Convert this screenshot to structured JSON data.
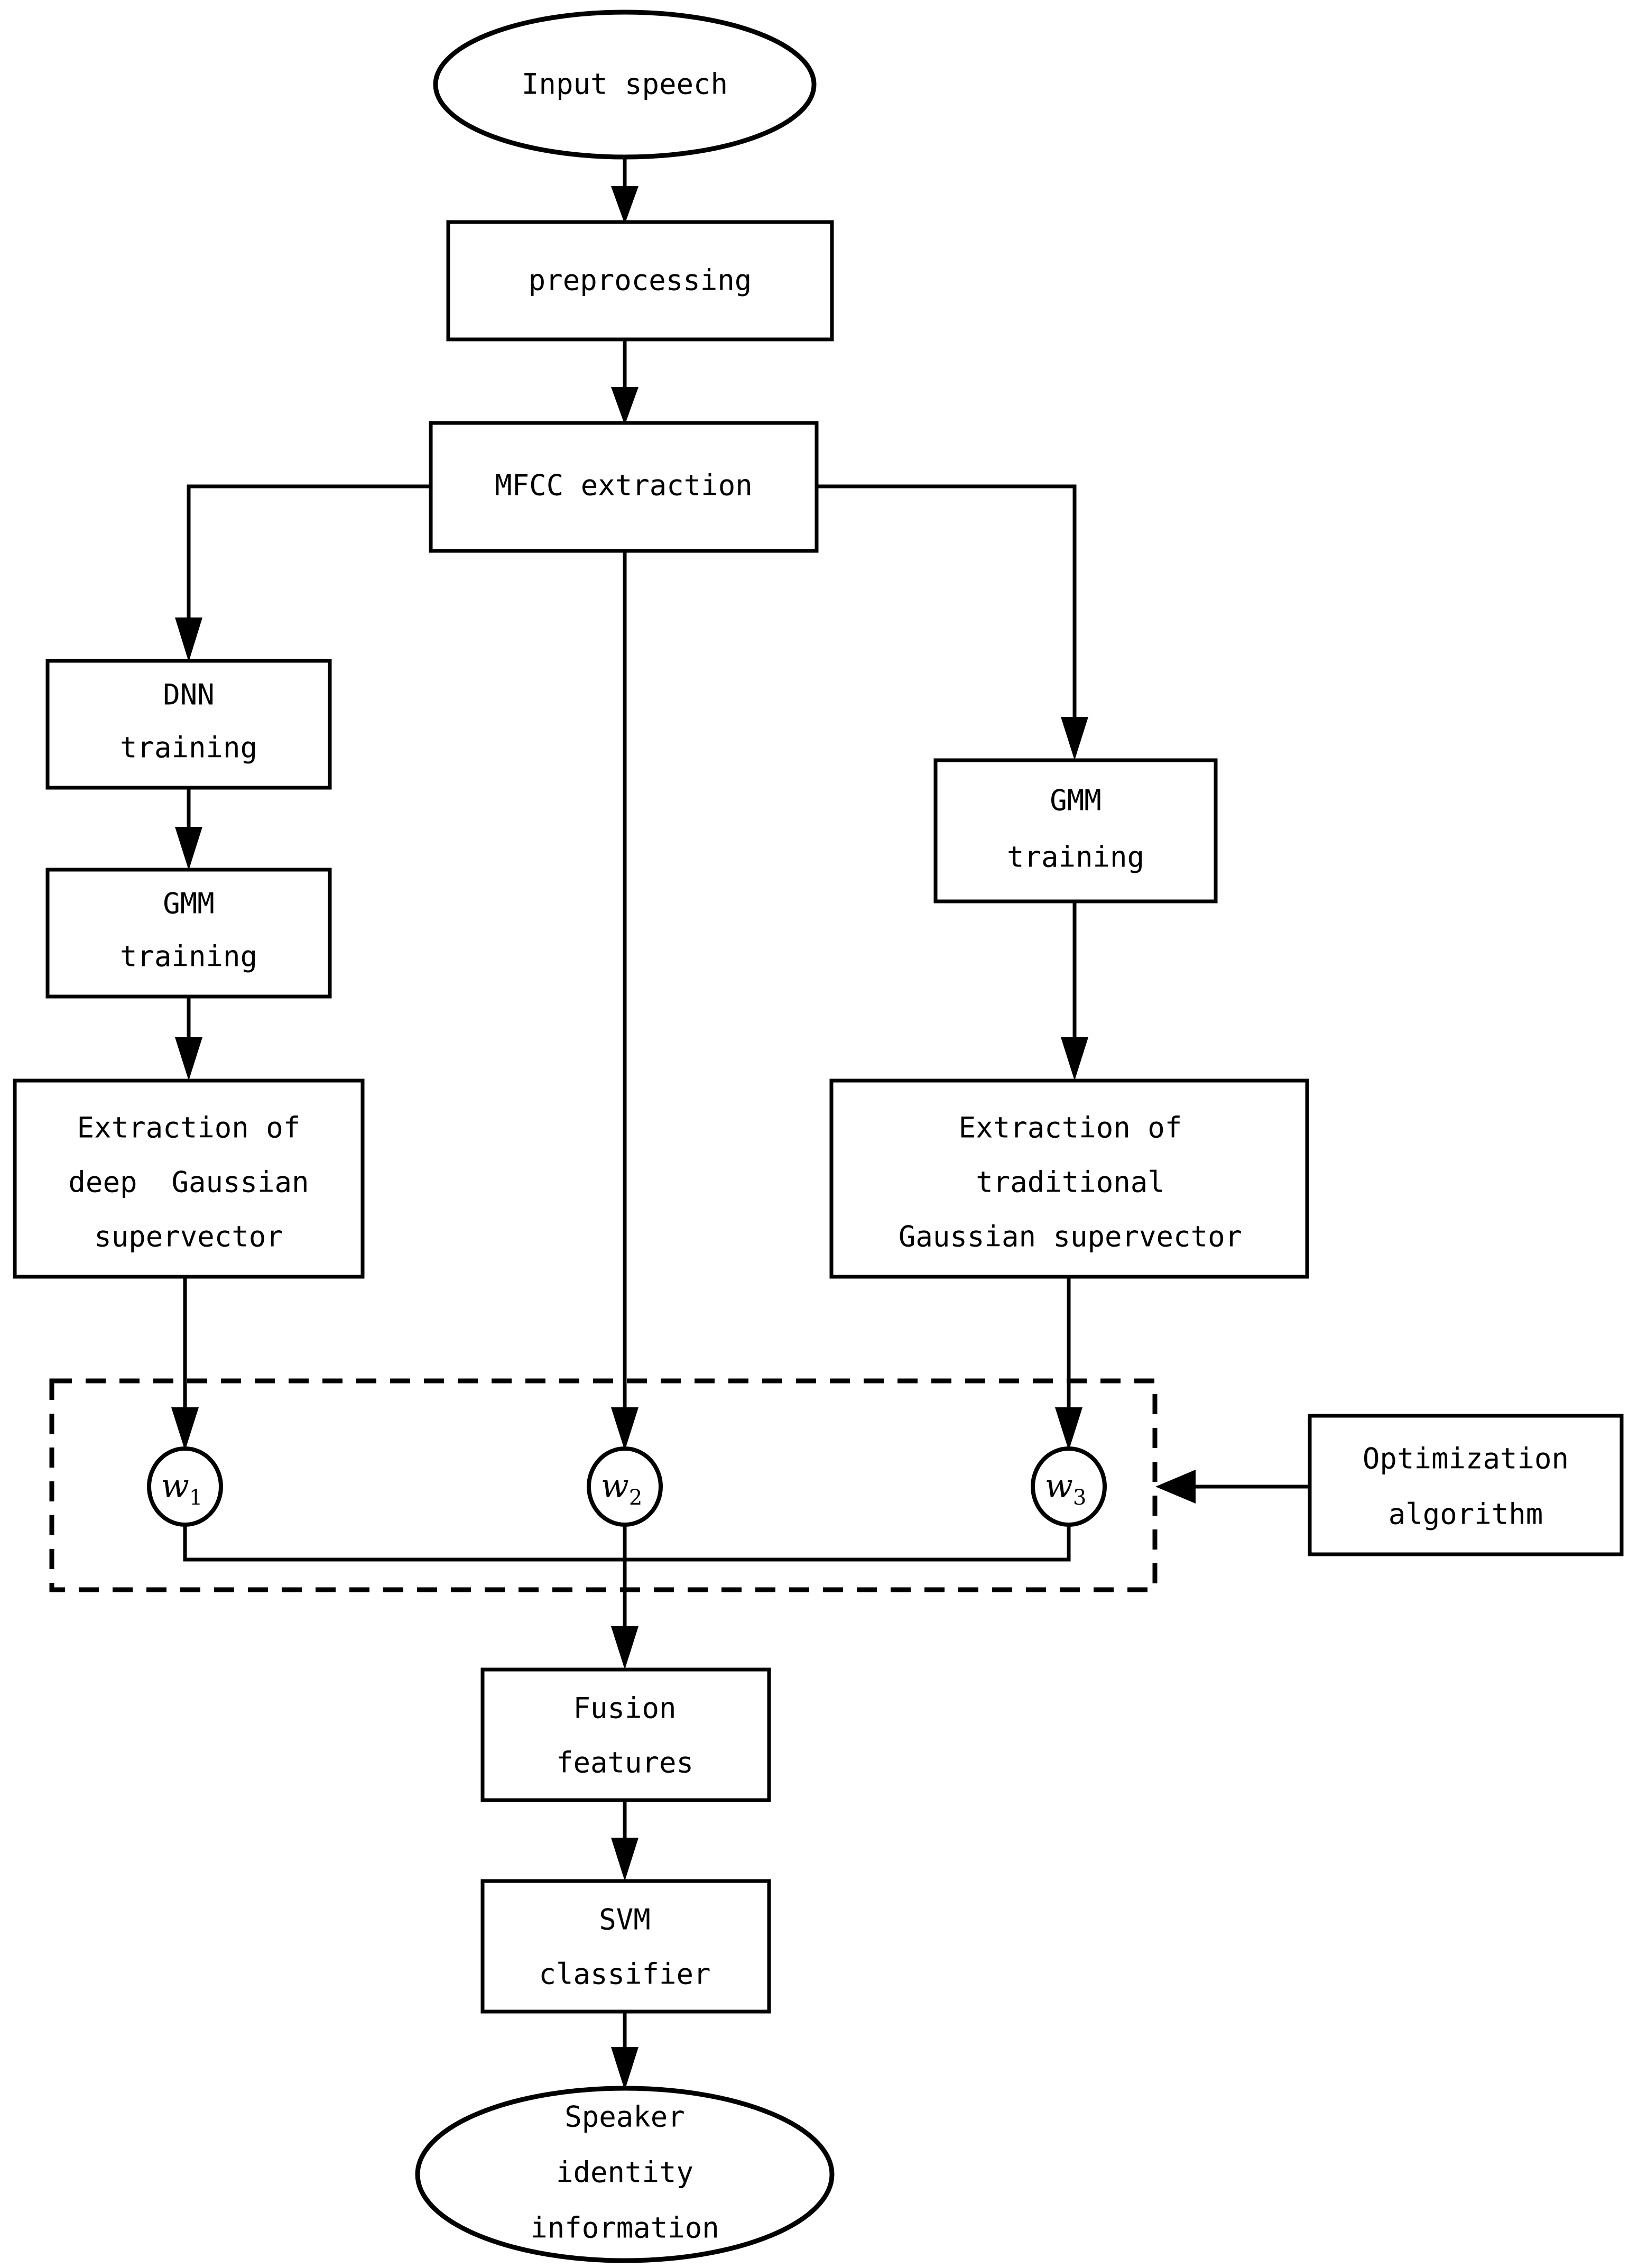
{
  "diagram": {
    "title_text": "",
    "type": "flowchart",
    "colors": {
      "stroke": "#000000",
      "fill": "#ffffff",
      "background": "#ffffff"
    },
    "nodes": {
      "input_speech": {
        "label": "Input speech",
        "shape": "ellipse"
      },
      "preprocessing": {
        "label": "preprocessing",
        "shape": "rect"
      },
      "mfcc_extraction": {
        "label": "MFCC extraction",
        "shape": "rect"
      },
      "dnn_training": {
        "line1": "DNN",
        "line2": "training",
        "shape": "rect"
      },
      "gmm_training_left": {
        "line1": "GMM",
        "line2": "training",
        "shape": "rect"
      },
      "gmm_training_right": {
        "line1": "GMM",
        "line2": "training",
        "shape": "rect"
      },
      "extraction_deep": {
        "line1": "Extraction of",
        "line2": "deep  Gaussian",
        "line3": "supervector",
        "shape": "rect"
      },
      "extraction_traditional": {
        "line1": "Extraction of",
        "line2": "traditional",
        "line3": "Gaussian supervector",
        "shape": "rect"
      },
      "optimization_algorithm": {
        "line1": "Optimization",
        "line2": "algorithm",
        "shape": "rect"
      },
      "fusion_features": {
        "line1": "Fusion",
        "line2": "features",
        "shape": "rect"
      },
      "svm_classifier": {
        "line1": "SVM",
        "line2": "classifier",
        "shape": "rect"
      },
      "speaker_identity": {
        "line1": "Speaker",
        "line2": "identity",
        "line3": "information",
        "shape": "ellipse"
      }
    },
    "weights": [
      {
        "id": "w1",
        "symbol": "w",
        "subscript": "1"
      },
      {
        "id": "w2",
        "symbol": "w",
        "subscript": "2"
      },
      {
        "id": "w3",
        "symbol": "w",
        "subscript": "3"
      }
    ],
    "fusion_group": {
      "style": "dashed",
      "label": ""
    },
    "edges": [
      {
        "from": "input_speech",
        "to": "preprocessing"
      },
      {
        "from": "preprocessing",
        "to": "mfcc_extraction"
      },
      {
        "from": "mfcc_extraction",
        "to": "dnn_training"
      },
      {
        "from": "mfcc_extraction",
        "to": "w2"
      },
      {
        "from": "mfcc_extraction",
        "to": "gmm_training_right"
      },
      {
        "from": "dnn_training",
        "to": "gmm_training_left"
      },
      {
        "from": "gmm_training_left",
        "to": "extraction_deep"
      },
      {
        "from": "gmm_training_right",
        "to": "extraction_traditional"
      },
      {
        "from": "extraction_deep",
        "to": "w1"
      },
      {
        "from": "extraction_traditional",
        "to": "w3"
      },
      {
        "from": "optimization_algorithm",
        "to": "fusion_group"
      },
      {
        "from": "fusion_group",
        "to": "fusion_features"
      },
      {
        "from": "fusion_features",
        "to": "svm_classifier"
      },
      {
        "from": "svm_classifier",
        "to": "speaker_identity"
      }
    ]
  }
}
